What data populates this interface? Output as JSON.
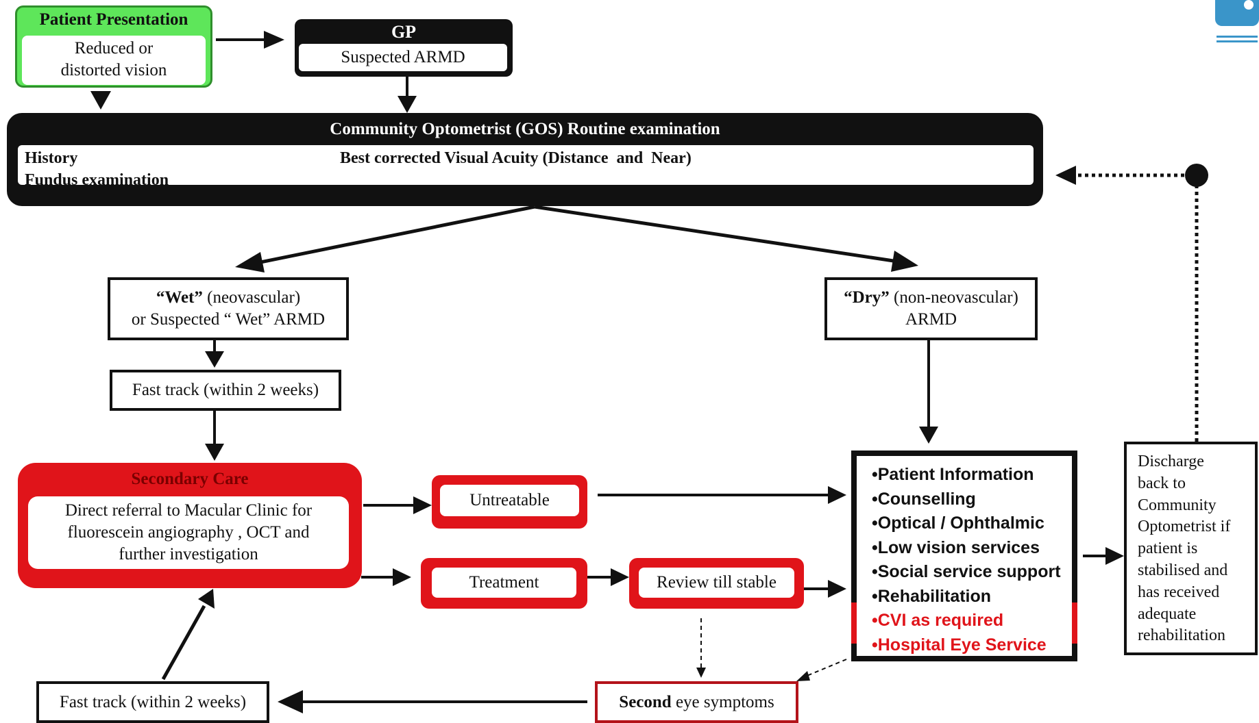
{
  "patient_presentation": {
    "title": "Patient Presentation",
    "line1": "Reduced or",
    "line2": "distorted vision"
  },
  "gp": {
    "title": "GP",
    "text": "Suspected ARMD"
  },
  "community": {
    "title": "Community Optometrist (GOS) Routine examination",
    "history": "History",
    "fundus": "Fundus examination",
    "acuity": "Best corrected Visual Acuity (Distance  and  Near)"
  },
  "wet": {
    "bold": "“Wet”",
    "rest": " (neovascular)",
    "line2": "or Suspected “ Wet” ARMD"
  },
  "dry": {
    "bold": "“Dry”",
    "rest": " (non-neovascular)",
    "line2": "ARMD"
  },
  "fast_track_top": "Fast track (within 2 weeks)",
  "secondary_care": {
    "title": "Secondary Care",
    "line1": "Direct referral to Macular Clinic for",
    "line2": "fluorescein angiography , OCT  and",
    "line3": "further investigation"
  },
  "untreatable": "Untreatable",
  "treatment": "Treatment",
  "review": "Review till stable",
  "services": {
    "items": [
      "•Patient Information",
      "•Counselling",
      "•Optical / Ophthalmic",
      "•Low vision services",
      "•Social service support",
      "•Rehabilitation"
    ],
    "red_items": [
      "•CVI as required",
      "•Hospital Eye Service"
    ]
  },
  "discharge": {
    "lines": [
      "Discharge",
      "back to",
      "Community",
      "Optometrist if",
      "patient is",
      "stabilised and",
      "has received",
      "adequate",
      "rehabilitation"
    ]
  },
  "second_eye": {
    "bold": "Second",
    "rest": " eye symptoms"
  },
  "fast_track_bottom": "Fast track (within 2 weeks)",
  "colors": {
    "green": "#5ee65a",
    "red": "#e0141a",
    "black": "#111111",
    "red_text": "#e0141a"
  }
}
